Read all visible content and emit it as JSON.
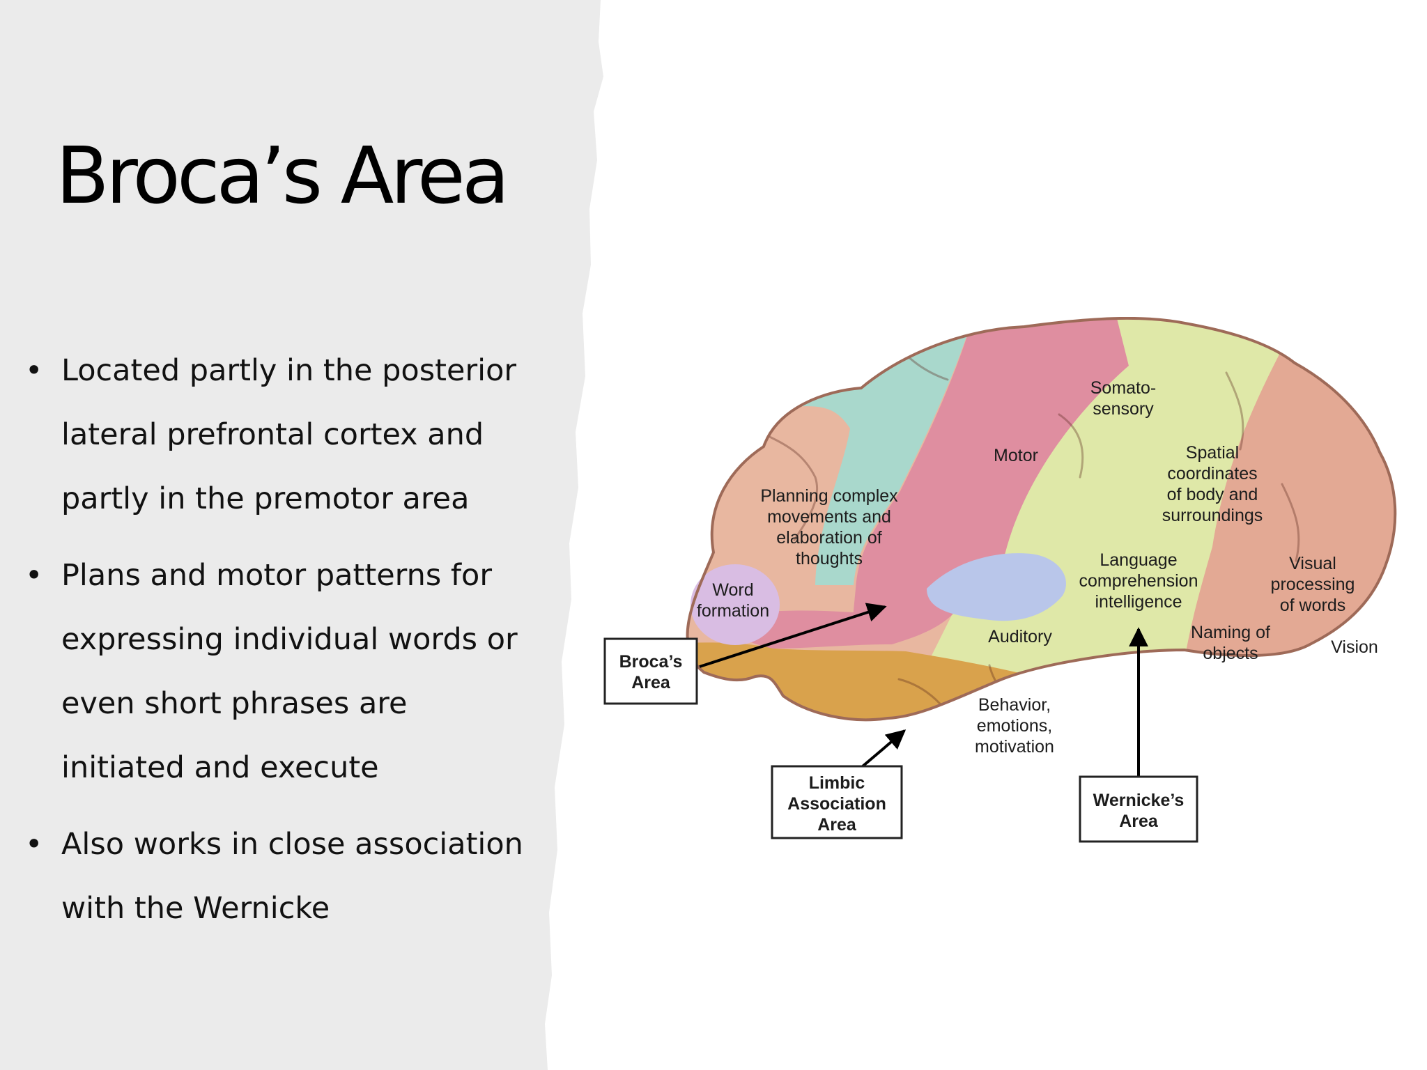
{
  "slide": {
    "title": "Broca’s Area",
    "bullets": [
      {
        "text": "Located partly in the posterior lateral prefrontal cortex and partly in the premotor area"
      },
      {
        "text": "Plans and motor patterns for expressing individual words or even short phrases are initiated and execute"
      },
      {
        "text": "Also works in close association with the Wernicke"
      }
    ],
    "bullet_glyph": "•"
  },
  "diagram": {
    "regions": {
      "planning": [
        "Planning complex",
        "movements and",
        "elaboration of",
        "thoughts"
      ],
      "motor": [
        "Motor"
      ],
      "somatosensory": [
        "Somato-",
        "sensory"
      ],
      "spatial": [
        "Spatial",
        "coordinates",
        "of body and",
        "surroundings"
      ],
      "word_formation": [
        "Word",
        "formation"
      ],
      "language": [
        "Language",
        "comprehension",
        "intelligence"
      ],
      "visual": [
        "Visual",
        "processing",
        "of words"
      ],
      "auditory": [
        "Auditory"
      ],
      "naming": [
        "Naming of",
        "objects"
      ],
      "vision": [
        "Vision"
      ],
      "behavior": [
        "Behavior,",
        "emotions,",
        "motivation"
      ]
    },
    "callouts": {
      "broca": [
        "Broca’s",
        "Area"
      ],
      "limbic": [
        "Limbic",
        "Association",
        "Area"
      ],
      "wernicke": [
        "Wernicke’s",
        "Area"
      ]
    },
    "colors": {
      "background_panel": "#ebebeb",
      "frontal": "#e8b7a0",
      "motor": "#a9d8cc",
      "somatosensory": "#df8ea0",
      "parietal": "#dfe8a8",
      "occipital": "#e3a994",
      "temporal": "#d9a24c",
      "word_formation": "#d9bde3",
      "language": "#b9c6ea"
    }
  }
}
